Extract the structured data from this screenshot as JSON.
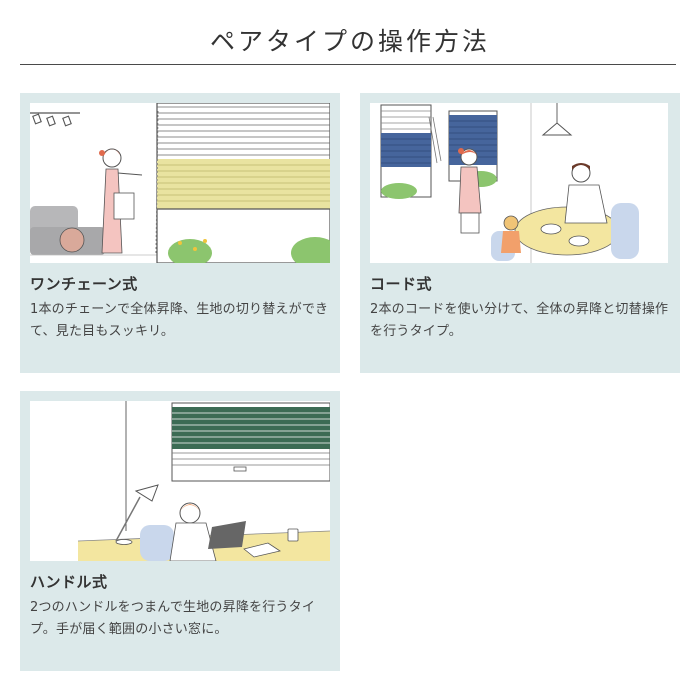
{
  "page": {
    "title": "ペアタイプの操作方法"
  },
  "cards": [
    {
      "title": "ワンチェーン式",
      "description": "1本のチェーンで全体昇降、生地の切り替えができて、見た目もスッキリ。"
    },
    {
      "title": "コード式",
      "description": "2本のコードを使い分けて、全体の昇降と切替操作を行うタイプ。"
    },
    {
      "title": "ハンドル式",
      "description": "2つのハンドルをつまんで生地の昇降を行うタイプ。手が届く範囲の小さい窓に。"
    }
  ],
  "colors": {
    "card_background": "#dce9ea",
    "title_text": "#333333",
    "shade_yellow": "#e9e3a0",
    "shade_green": "#3c6b54",
    "shade_blue": "#46659c",
    "table_yellow": "#f3e6a0",
    "chair_blue": "#c9d7ec"
  }
}
